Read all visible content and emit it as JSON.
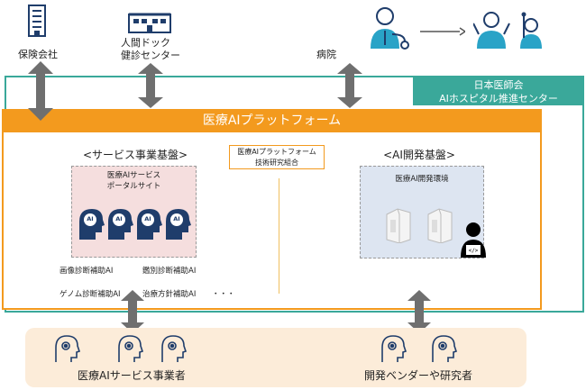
{
  "top": {
    "insurance": "保険会社",
    "dock": "人間ドック\n健診センター",
    "hospital": "病院"
  },
  "jma": {
    "line1": "日本医師会",
    "line2": "AIホスピタル推進センター"
  },
  "platform": {
    "title": "医療AIプラットフォーム",
    "consortium": "医療AIプラットフォーム\n技術研究組合"
  },
  "service": {
    "title": "<サービス事業基盤>",
    "portal": "医療AIサービス\nポータルサイト",
    "ai_badge": "AI",
    "items": [
      "画像診断補助AI",
      "鑑別診断補助AI",
      "ゲノム診断補助AI",
      "治療方針補助AI",
      "・・・"
    ]
  },
  "dev": {
    "title": "<AI開発基盤>",
    "env": "医療AI開発環境"
  },
  "bottom": {
    "service_providers": "医療AIサービス事業者",
    "vendors": "開発ベンダーや研究者"
  },
  "colors": {
    "orange": "#f39a1e",
    "teal": "#3aa89a",
    "navy": "#1f3d6b",
    "pink_bg": "#f5dede",
    "blue_bg": "#dde5f1",
    "arrow": "#6f6f6f"
  }
}
